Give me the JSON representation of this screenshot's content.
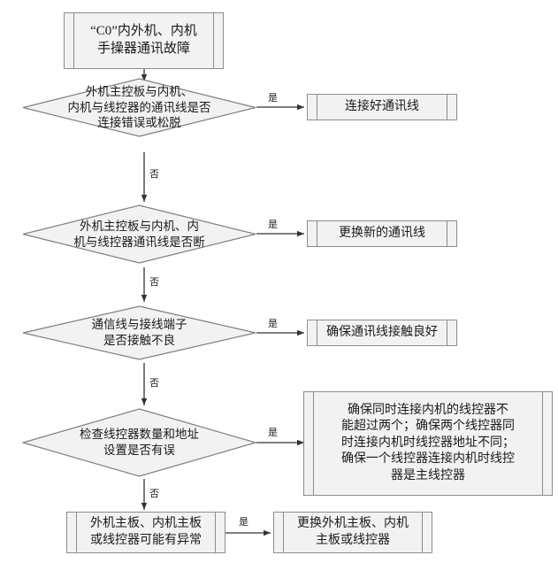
{
  "diagram": {
    "type": "flowchart",
    "title_node": {
      "text": "“C0”内外机、内机\n手操器通讯故障"
    },
    "decisions": [
      {
        "id": "d1",
        "text": "外机主控板与内机、\n内机与线控器的通讯线是否\n连接错误或松脱"
      },
      {
        "id": "d2",
        "text": "外机主控板与内机、内\n机与线控器通讯线是否断"
      },
      {
        "id": "d3",
        "text": "通信线与接线端子\n是否接触不良"
      },
      {
        "id": "d4",
        "text": "检查线控器数量和地址\n设置是否有误"
      }
    ],
    "actions": [
      {
        "id": "a1",
        "text": "连接好通讯线"
      },
      {
        "id": "a2",
        "text": "更换新的通讯线"
      },
      {
        "id": "a3",
        "text": "确保通讯线接触良好"
      },
      {
        "id": "a4",
        "text": "确保同时连接内机的线控器不\n能超过两个；确保两个线控器同\n时连接内机时线控器地址不同；\n确保一个线控器连接内机时线控\n器是主线控器"
      },
      {
        "id": "a5",
        "text": "外机主板、内机主板\n或线控器可能有异常"
      },
      {
        "id": "a6",
        "text": "更换外机主板、内机\n主板或线控器"
      }
    ],
    "edge_labels": {
      "yes": "是",
      "no": "否"
    },
    "labels": {
      "yes1": "是",
      "yes2": "是",
      "yes3": "是",
      "yes4": "是",
      "yes5": "是",
      "no1": "否",
      "no2": "否",
      "no3": "否",
      "no4": "否"
    },
    "colors": {
      "node_fill": "#f2f2f2",
      "node_stroke": "#8c8c8c",
      "diamond_stroke": "#808080",
      "line": "#333333",
      "text": "#1a1a1a",
      "background": "#ffffff"
    }
  }
}
